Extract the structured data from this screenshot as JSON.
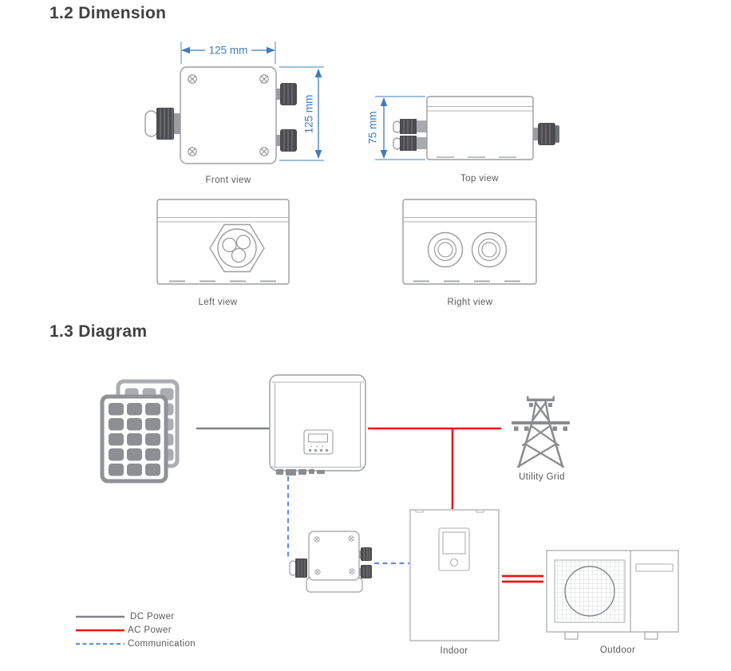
{
  "sections": {
    "dimension": {
      "heading": "1.2 Dimension",
      "views": {
        "front": {
          "label": "Front view",
          "width_label": "125 mm",
          "height_label": "125 mm"
        },
        "top": {
          "label": "Top view",
          "height_label": "75 mm"
        },
        "left": {
          "label": "Left view"
        },
        "right": {
          "label": "Right view"
        }
      }
    },
    "diagram": {
      "heading": "1.3 Diagram",
      "nodes": {
        "utility_grid_label": "Utility Grid",
        "indoor_label": "Indoor",
        "outdoor_label": "Outdoor"
      },
      "legend": [
        {
          "label": "DC Power",
          "color": "#808285",
          "style": "solid"
        },
        {
          "label": "AC Power",
          "color": "#ee1515",
          "style": "solid"
        },
        {
          "label": "Communication",
          "color": "#5e90e6",
          "style": "dashed"
        }
      ]
    }
  },
  "colors": {
    "dimension_annotation": "#3e7cbd",
    "device_outline": "#9b9da0",
    "heading_text": "#414042",
    "label_text": "#58595b"
  }
}
